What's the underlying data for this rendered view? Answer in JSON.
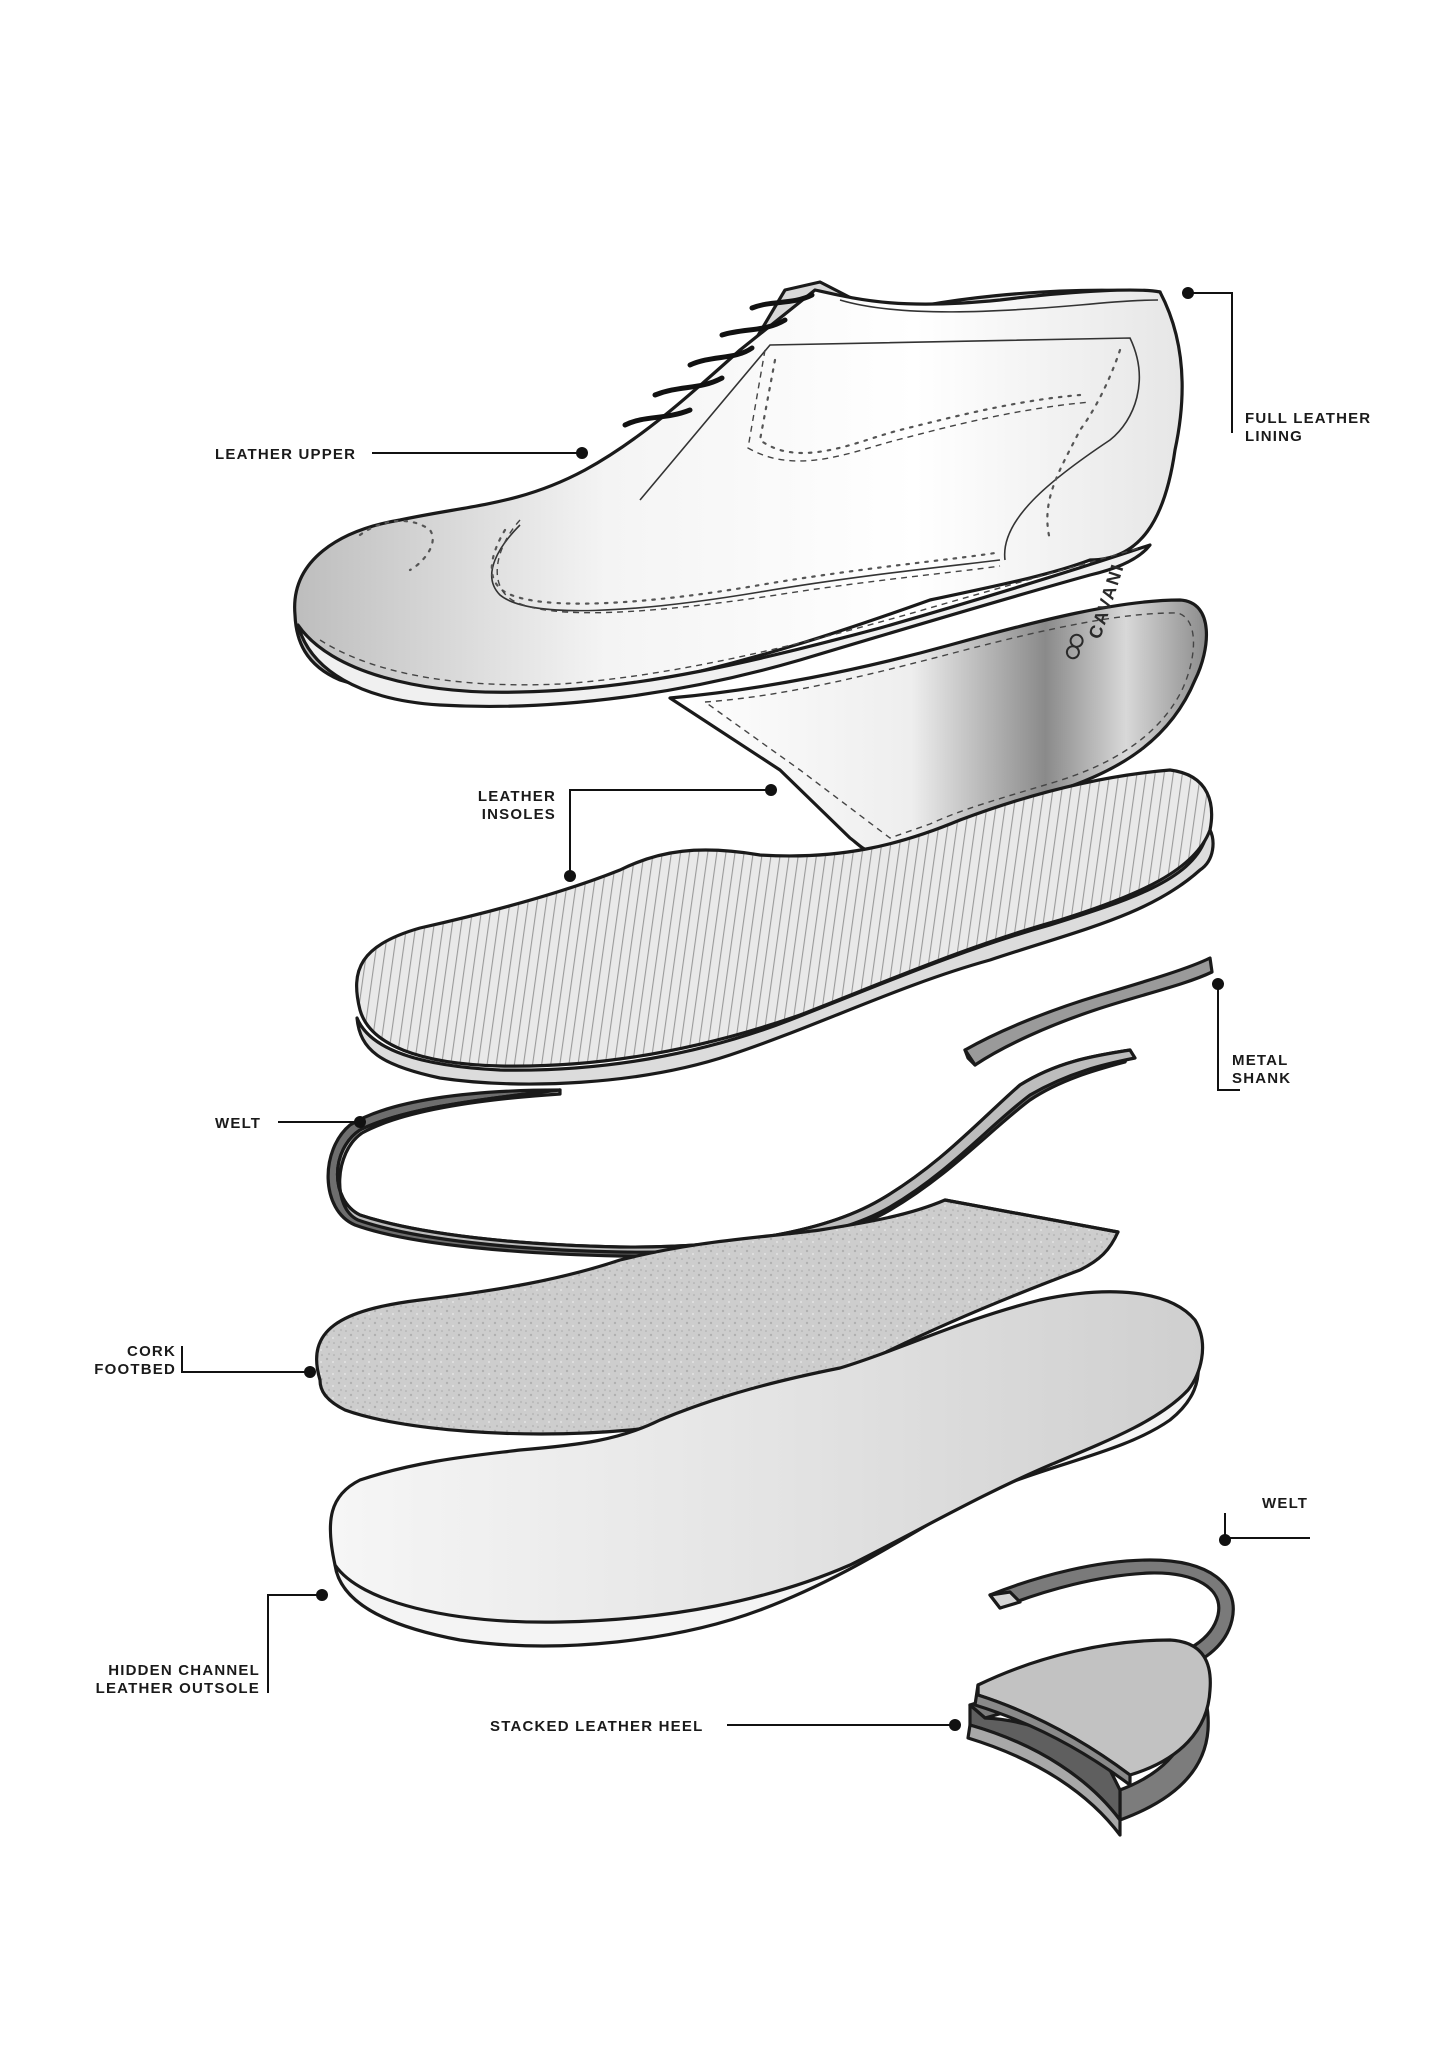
{
  "brand_mark": "CAVANI",
  "labels": {
    "leather_upper": "LEATHER UPPER",
    "full_leather_lining_1": "FULL LEATHER",
    "full_leather_lining_2": "LINING",
    "leather_insoles_1": "LEATHER",
    "leather_insoles_2": "INSOLES",
    "metal_shank_1": "METAL",
    "metal_shank_2": "SHANK",
    "welt_left": "WELT",
    "cork_footbed_1": "CORK",
    "cork_footbed_2": "FOOTBED",
    "welt_right": "WELT",
    "hidden_channel_1": "HIDDEN CHANNEL",
    "hidden_channel_2": "LEATHER OUTSOLE",
    "stacked_heel": "STACKED LEATHER HEEL"
  },
  "colors": {
    "outline": "#1a1a1a",
    "leather_light": "#e8e8e8",
    "leather_mid": "#c8c8c8",
    "welt_dark": "#6e6e6e",
    "cork": "#cfcfcf"
  }
}
